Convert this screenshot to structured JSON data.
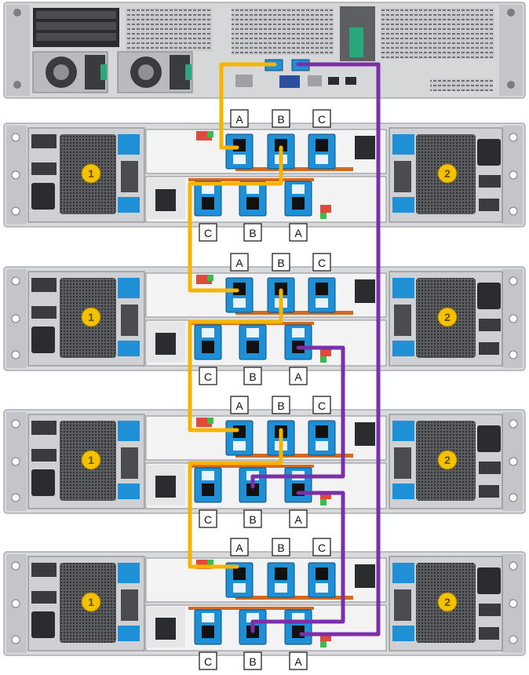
{
  "diagram": {
    "controller_label": "",
    "port_labels_top": [
      "A",
      "B",
      "C"
    ],
    "port_labels_bottom": [
      "C",
      "B",
      "A"
    ],
    "psu_labels": [
      "1",
      "2"
    ],
    "shelf_count": 4,
    "cable_colors": {
      "primary_path": "#f5b400",
      "secondary_path": "#7b2fa8"
    },
    "colors": {
      "chassis": "#d9dadc",
      "chassis_dark": "#6d6f73",
      "io_module": "#1f8fd6",
      "psu_badge": "#f2c200",
      "port_label_border": "#222222"
    }
  }
}
